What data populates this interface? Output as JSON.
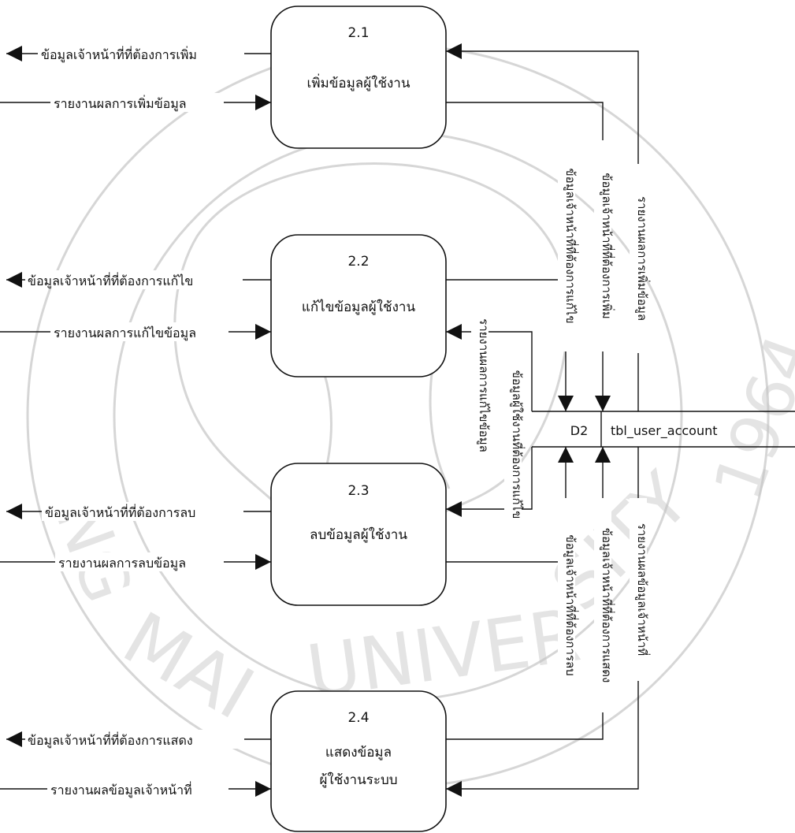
{
  "processes": [
    {
      "id": "2.1",
      "name_lines": [
        "เพิ่มข้อมูลผู้ใช้งาน"
      ]
    },
    {
      "id": "2.2",
      "name_lines": [
        "แก้ไขข้อมูลผู้ใช้งาน"
      ]
    },
    {
      "id": "2.3",
      "name_lines": [
        "ลบข้อมูลผู้ใช้งาน"
      ]
    },
    {
      "id": "2.4",
      "name_lines": [
        "แสดงข้อมูล",
        "ผู้ใช้งานระบบ"
      ]
    }
  ],
  "datastore": {
    "id": "D2",
    "name": "tbl_user_account"
  },
  "external_flows": [
    {
      "label": "ข้อมูลเจ้าหน้าที่ที่ต้องการเพิ่ม"
    },
    {
      "label": "รายงานผลการเพิ่มข้อมูล"
    },
    {
      "label": "ข้อมูลเจ้าหน้าที่ที่ต้องการแก้ไข"
    },
    {
      "label": "รายงานผลการแก้ไขข้อมูล"
    },
    {
      "label": "ข้อมูลเจ้าหน้าที่ที่ต้องการลบ"
    },
    {
      "label": "รายงานผลการลบข้อมูล"
    },
    {
      "label": "ข้อมูลเจ้าหน้าที่ที่ต้องการแสดง"
    },
    {
      "label": "รายงานผลข้อมูลเจ้าหน้าที่"
    }
  ],
  "datastore_flows": [
    {
      "label": "ข้อมูลเจ้าหน้าที่ที่ต้องการแก้ไข"
    },
    {
      "label": "ข้อมูลเจ้าหน้าที่ที่ต้องการเพิ่ม"
    },
    {
      "label": "รายงานผลการเพิ่มข้อมูล"
    },
    {
      "label": "รายงานผลการแก้ไขข้อมูล"
    },
    {
      "label": "ข้อมูลผู้ใช้งานที่ต้องการแก้ไข"
    },
    {
      "label": "ข้อมูลเจ้าหน้าที่ที่ต้องการลบ"
    },
    {
      "label": "ข้อมูลเจ้าหน้าที่ที่ต้องการแสดง"
    },
    {
      "label": "รายงานผลข้อมูลเจ้าหน้าที่"
    }
  ],
  "watermark": {
    "text": "CHIANG MAI UNIVERSITY",
    "year": "1964"
  }
}
